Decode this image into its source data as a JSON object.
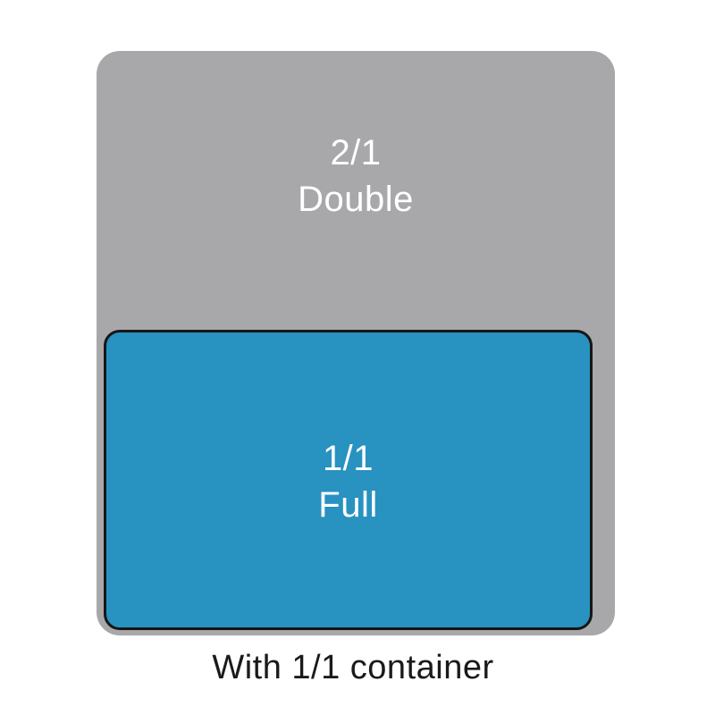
{
  "page": {
    "background": "#ffffff",
    "caption": "With 1/1 container"
  },
  "containers": {
    "double": {
      "size_label": "2/1",
      "name_label": "Double",
      "fill": "#a8a8aa",
      "text_color": "#ffffff"
    },
    "full": {
      "size_label": "1/1",
      "name_label": "Full",
      "fill": "#2892c1",
      "border_color": "#161616",
      "text_color": "#ffffff"
    }
  }
}
